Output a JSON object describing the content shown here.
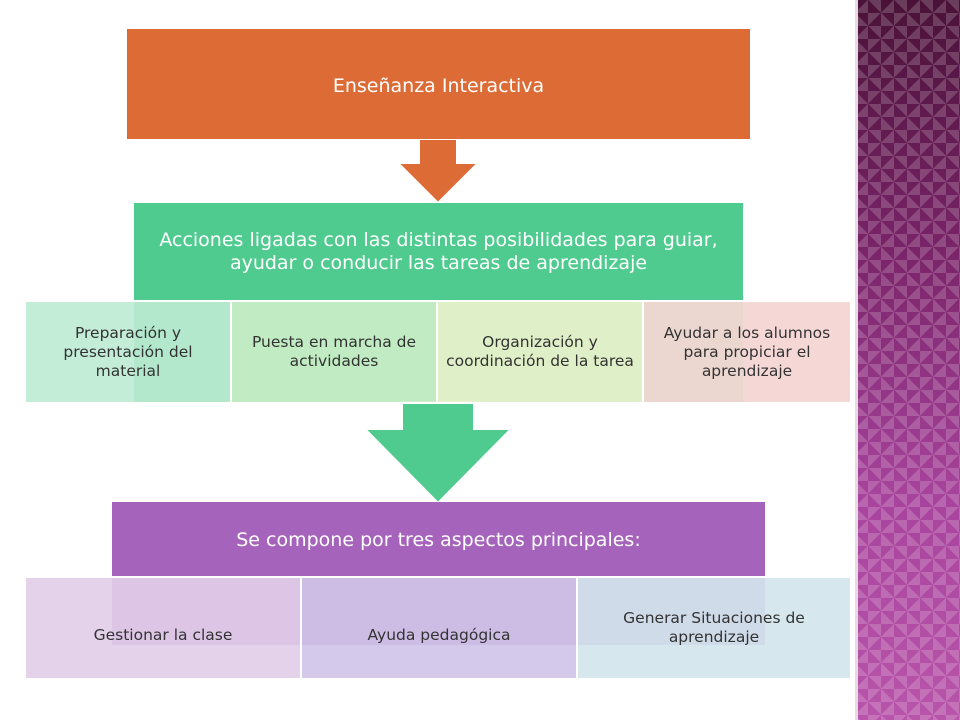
{
  "diagram": {
    "top": {
      "label": "Enseñanza Interactiva"
    },
    "middle": {
      "label": "Acciones ligadas con las distintas posibilidades para guiar, ayudar o conducir las tareas de aprendizaje",
      "items": [
        "Preparación y presentación del material",
        "Puesta en marcha de actividades",
        "Organización y coordinación de la tarea",
        "Ayudar a los alumnos para propiciar el aprendizaje"
      ]
    },
    "bottom": {
      "label": "Se compone por tres aspectos principales:",
      "items": [
        "Gestionar la clase",
        "Ayuda pedagógica",
        "Generar Situaciones de aprendizaje"
      ]
    }
  },
  "colors": {
    "top": "#dd6b35",
    "middle": "#4fcb8f",
    "bottom": "#a563bb",
    "side_pattern": "#8a2f7d"
  }
}
